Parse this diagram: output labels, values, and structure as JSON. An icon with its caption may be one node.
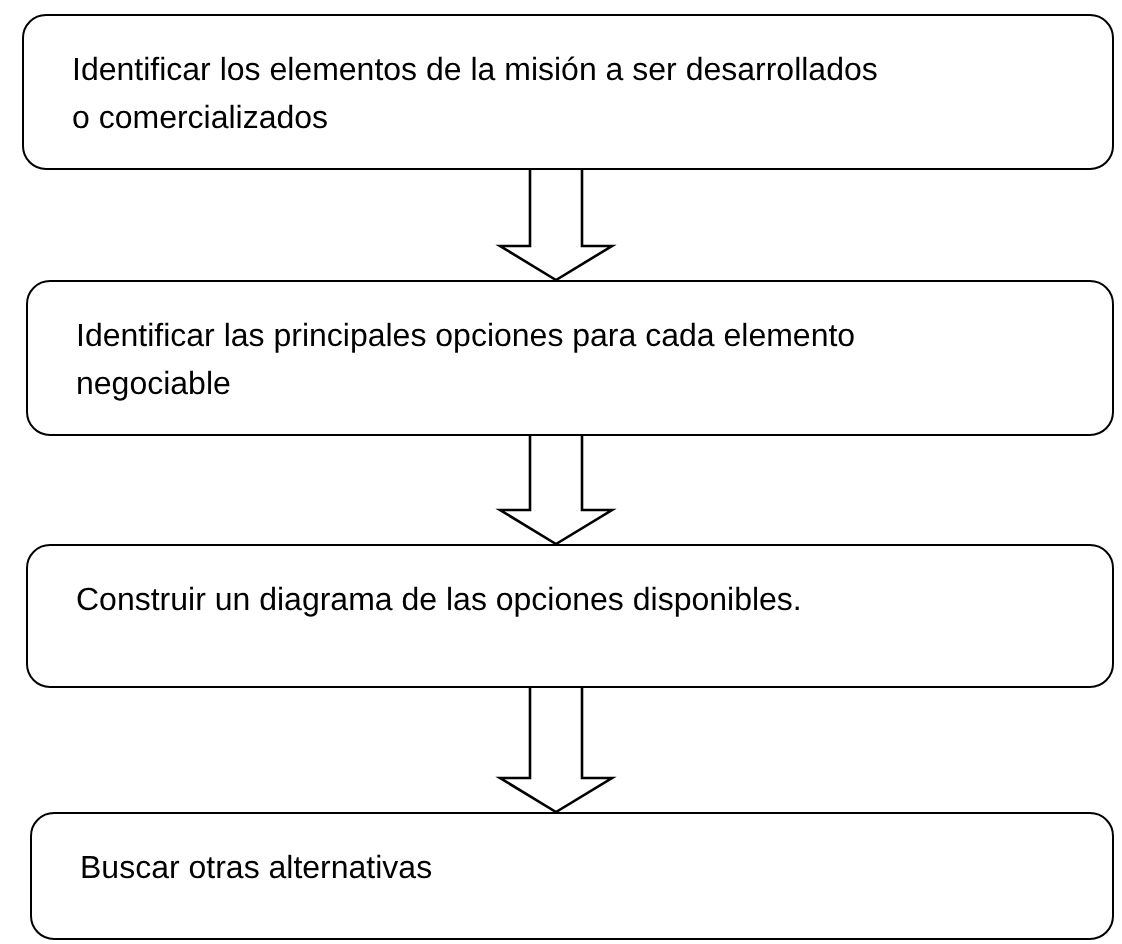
{
  "diagram": {
    "nodes": [
      {
        "text": [
          "Identificar los elementos de la misión a ser desarrollados o comercializados"
        ]
      },
      {
        "text": [
          "Identificar las principales opciones para cada elemento negociable"
        ]
      },
      {
        "text": [
          "Construir un diagrama de las opciones disponibles."
        ]
      },
      {
        "text": [
          "Buscar otras alternativas"
        ]
      }
    ],
    "edges": [
      {
        "from": 0,
        "to": 1,
        "arrow": "to"
      },
      {
        "from": 1,
        "to": 2,
        "arrow": "to"
      },
      {
        "from": 2,
        "to": 3,
        "arrow": "to"
      }
    ]
  }
}
